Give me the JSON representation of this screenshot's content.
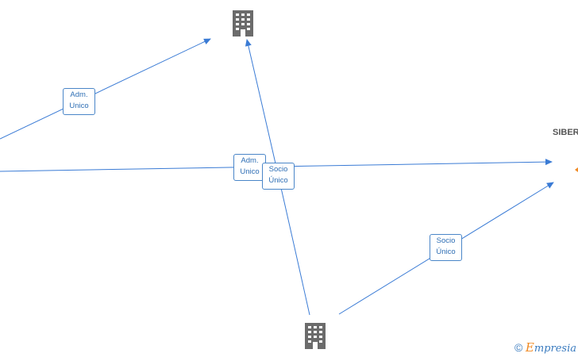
{
  "nodes": {
    "top_company": {
      "label": ""
    },
    "bottom_company": {
      "label": ""
    },
    "right_company": {
      "label": "SIBER"
    }
  },
  "edge_labels": {
    "adm_unico_top": "Adm.\nUnico",
    "adm_unico_center": "Adm.\nUnico",
    "socio_unico_center": "Socio\nÚnico",
    "socio_unico_right": "Socio\nÚnico"
  },
  "watermark": {
    "symbol": "©",
    "brand_initial": "E",
    "brand_rest": "mpresia"
  },
  "colors": {
    "edge": "#3a7bd5",
    "building": "#6b6b6b",
    "label_border": "#4a86c8",
    "accent": "#f08a24"
  }
}
